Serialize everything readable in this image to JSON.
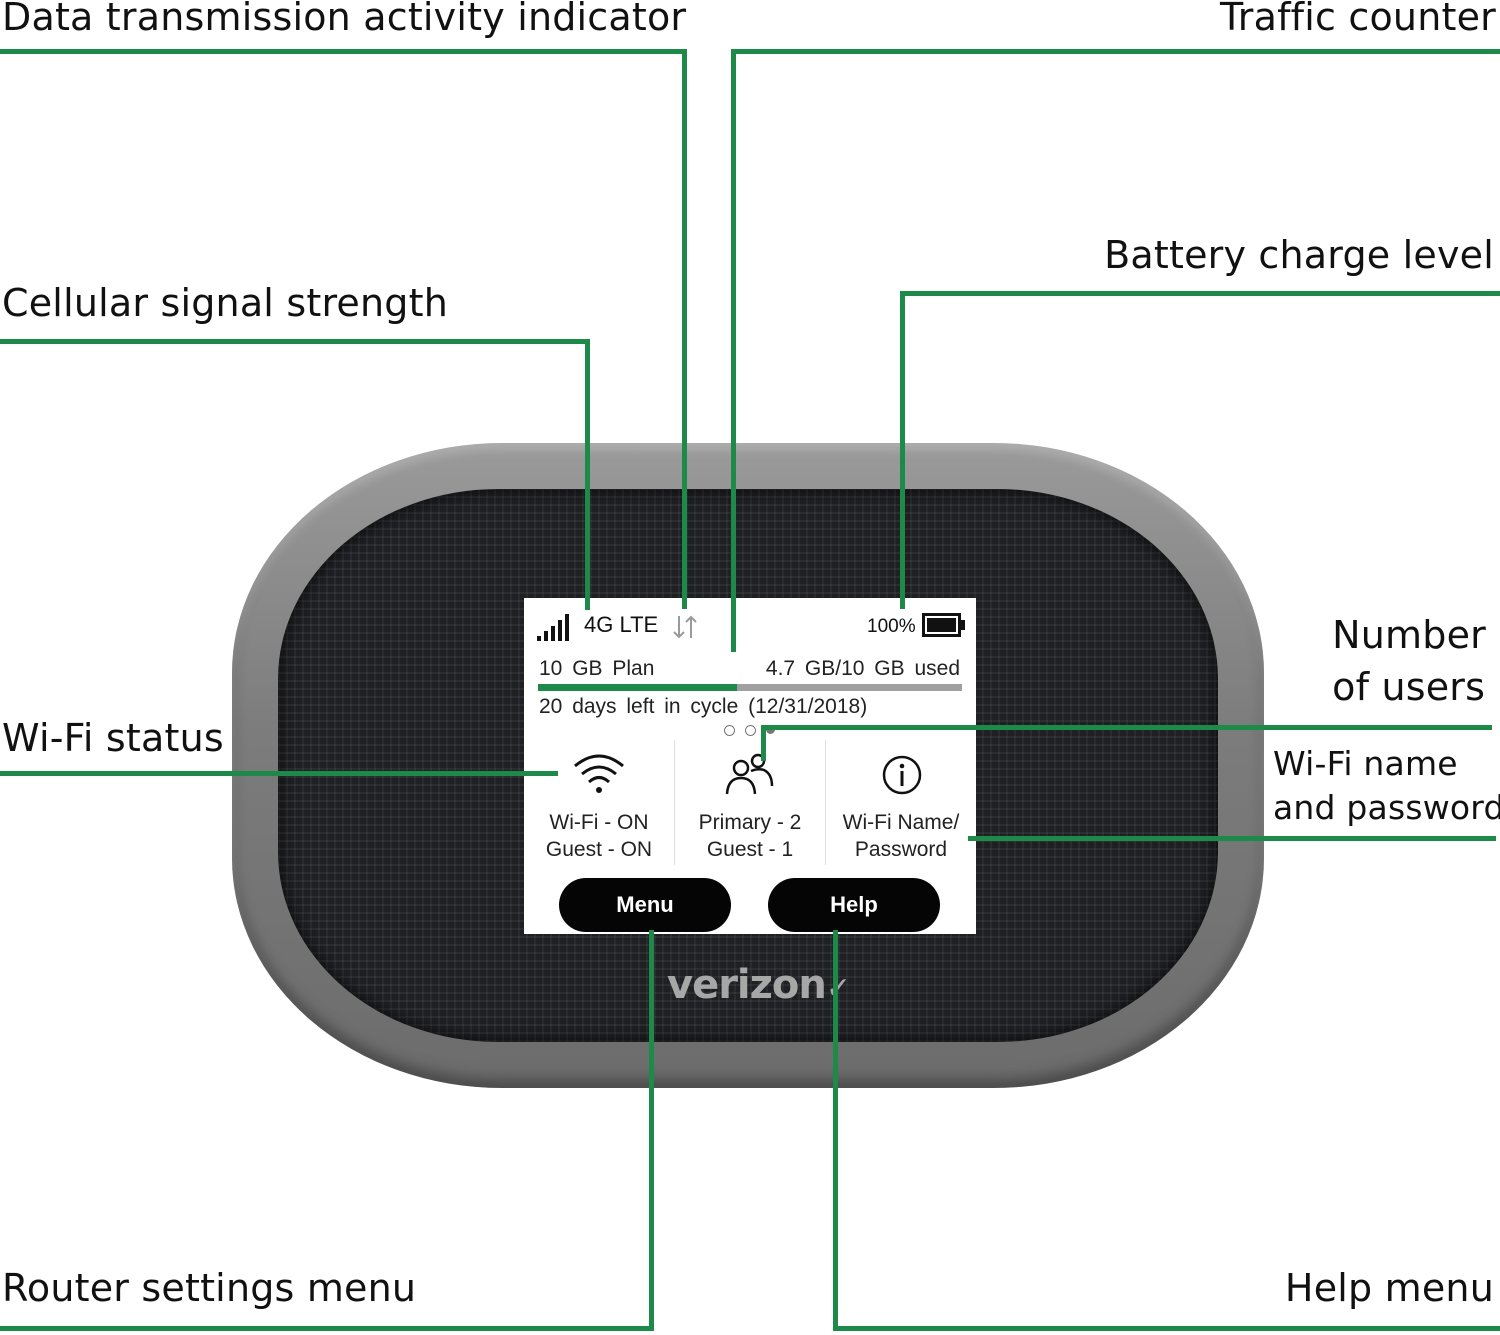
{
  "callouts": {
    "activity": "Data transmission activity indicator",
    "traffic": "Traffic counter",
    "battery": "Battery charge level",
    "signal": "Cellular signal strength",
    "users_line1": "Number",
    "users_line2": "of users",
    "wifi_status": "Wi-Fi status",
    "wifi_name_line1": "Wi-Fi name",
    "wifi_name_line2": "and password",
    "menu": "Router settings menu",
    "help": "Help menu"
  },
  "device": {
    "brand": "verizon",
    "status_bar": {
      "icons": [
        "signal-bars-icon",
        "data-arrows-icon",
        "battery-icon"
      ],
      "network": "4G LTE",
      "battery": "100%",
      "battery_level": 1.0
    },
    "usage": {
      "plan": "10  GB  Plan",
      "used": "4.7  GB/10  GB  used",
      "used_fraction": 0.47,
      "cycle": "20  days  left  in  cycle  (12/31/2018)"
    },
    "tiles": [
      {
        "icon": "wifi-icon",
        "line1": "Wi-Fi - ON",
        "line2": "Guest - ON"
      },
      {
        "icon": "users-icon",
        "line1": "Primary - 2",
        "line2": "Guest - 1"
      },
      {
        "icon": "info-icon",
        "line1": "Wi-Fi Name/",
        "line2": "Password"
      }
    ],
    "buttons": {
      "menu": "Menu",
      "help": "Help"
    },
    "colors": {
      "leader": "#1e8a4a",
      "progress": "#1e8a4a",
      "track": "#a0a0a0",
      "device_bezel": "#7c7c7c"
    }
  }
}
